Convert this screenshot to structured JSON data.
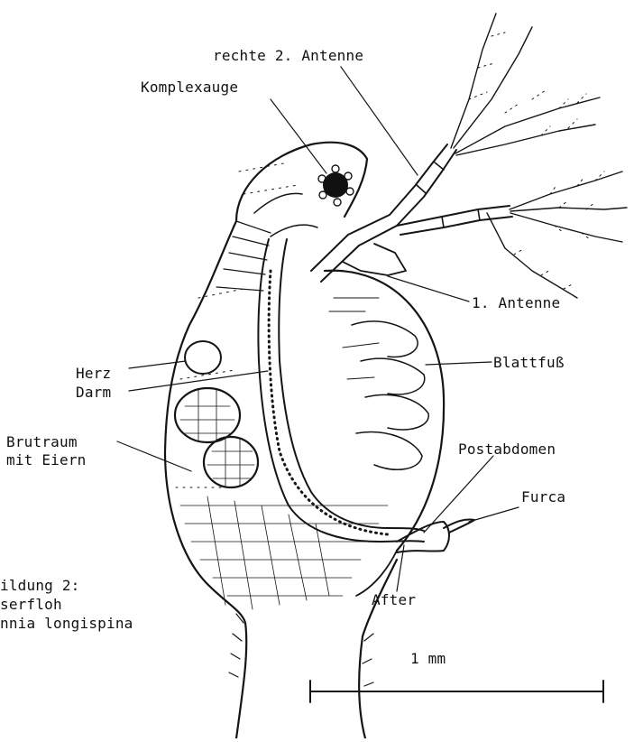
{
  "figure": {
    "labels": {
      "right_antenna_2": "rechte 2. Antenne",
      "compound_eye": "Komplexauge",
      "antenna_1": "1. Antenne",
      "leaf_foot": "Blattfuß",
      "heart": "Herz",
      "gut": "Darm",
      "brood_chamber_line1": "Brutraum",
      "brood_chamber_line2": "mit Eiern",
      "postabdomen": "Postabdomen",
      "furca": "Furca",
      "anus": "After"
    },
    "caption": {
      "line1": "ildung 2:",
      "line2": "serfloh",
      "line3": "nnia longispina"
    },
    "scale_bar": {
      "label": "1 mm"
    }
  },
  "colors": {
    "ink": "#151515",
    "paper": "#ffffff"
  }
}
